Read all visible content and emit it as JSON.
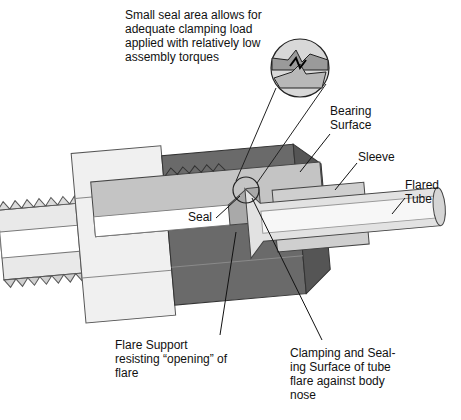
{
  "diagram": {
    "labels": [
      "Small seal area allows for adequate clamping load applied with relatively low assembly torques",
      "Seal",
      "Bearing Surface",
      "Sleeve",
      "Flared Tube",
      "Flare Support resisting “opening” of flare",
      "Clamping and Seal- ing Surface of tube flare against body nose"
    ]
  }
}
